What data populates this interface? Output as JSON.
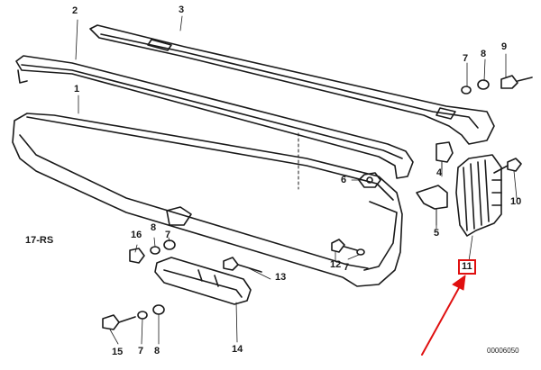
{
  "diagram": {
    "group_label": "17-RS",
    "diagram_id": "00006050",
    "highlight_color": "#e01010",
    "highlighted_part": "11",
    "callouts": {
      "c1": "1",
      "c2": "2",
      "c3": "3",
      "c4": "4",
      "c5": "5",
      "c6": "6",
      "c7a": "7",
      "c7b": "7",
      "c7c": "7",
      "c7d": "7",
      "c8a": "8",
      "c8b": "8",
      "c8c": "8",
      "c9": "9",
      "c10": "10",
      "c11": "11",
      "c12": "12",
      "c13": "13",
      "c14": "14",
      "c15": "15",
      "c16": "16"
    }
  }
}
